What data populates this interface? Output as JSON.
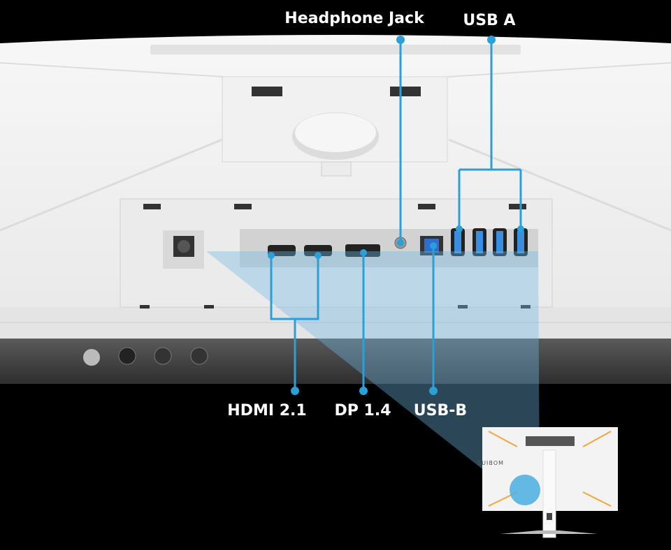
{
  "callouts": {
    "headphone_jack": "Headphone Jack",
    "usb_a": "USB A",
    "hdmi": "HDMI 2.1",
    "dp": "DP 1.4",
    "usb_b": "USB-B"
  },
  "thumbnail": {
    "logo": "MOBIUZ"
  },
  "colors": {
    "callout": "#2a9fd8",
    "accent_light": "#f4a53a"
  }
}
